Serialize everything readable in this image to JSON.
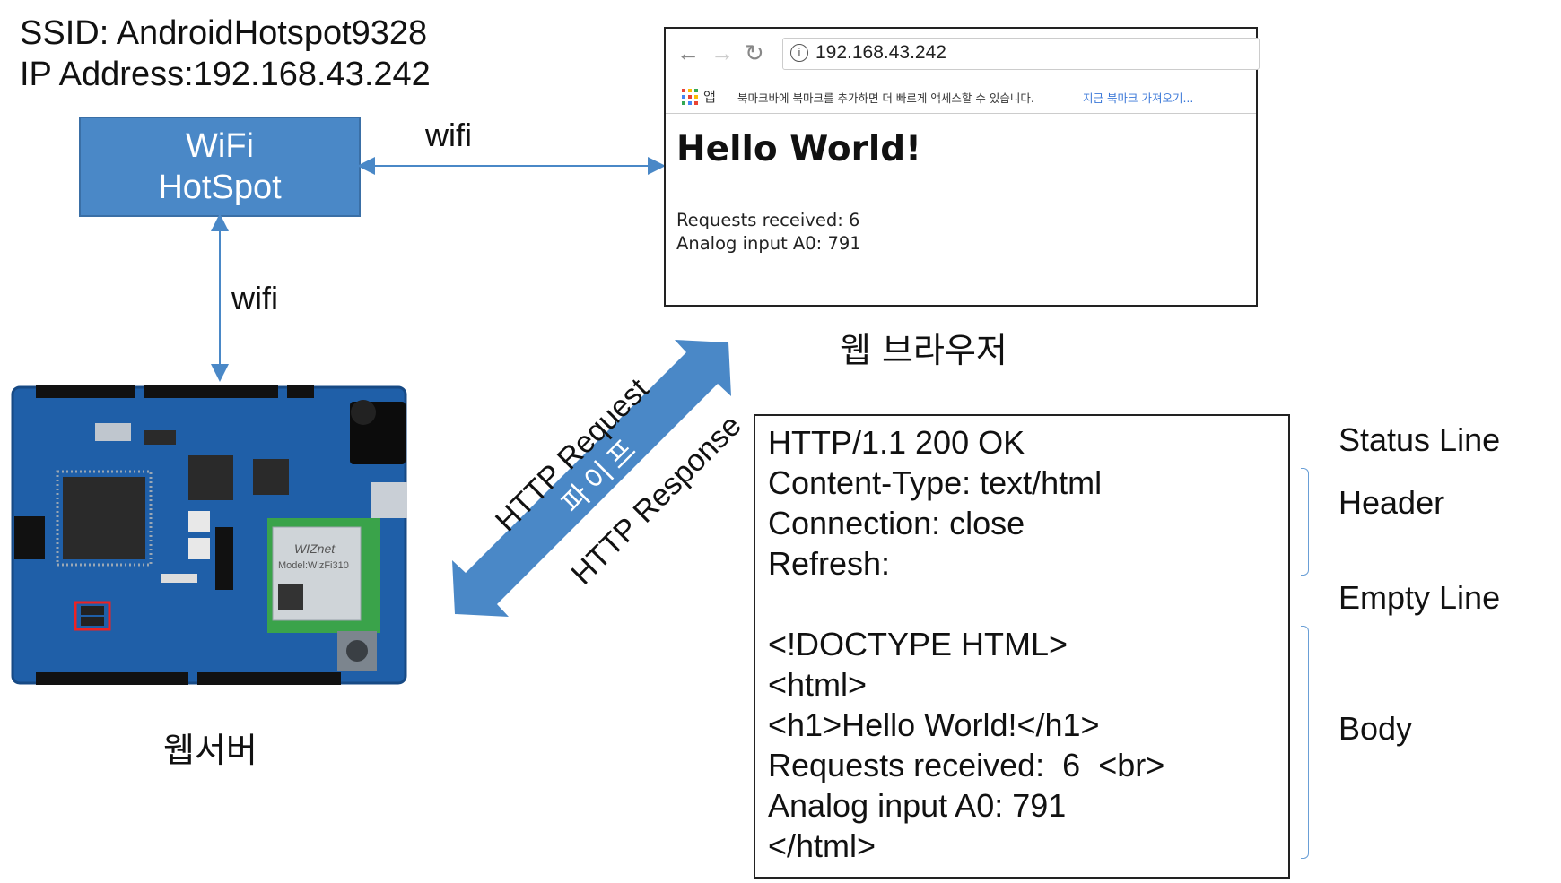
{
  "network": {
    "ssid": "SSID: AndroidHotspot9328",
    "ip": "IP Address:192.168.43.242"
  },
  "hotspot": {
    "line1": "WiFi",
    "line2": "HotSpot"
  },
  "links": {
    "wifi_horizontal": "wifi",
    "wifi_vertical": "wifi"
  },
  "browser": {
    "url": "192.168.43.242",
    "apps_label": "앱",
    "bookmark_message": "북마크바에 북마크를 추가하면 더 빠르게 액세스할 수 있습니다.",
    "bookmark_import": "지금 북마크 가져오기...",
    "heading": "Hello World!",
    "line1": "Requests received: 6",
    "line2": "Analog input A0: 791",
    "caption": "웹 브라우저"
  },
  "arrow": {
    "request": "HTTP Request",
    "response": "HTTP Response",
    "middle": "파이프"
  },
  "server": {
    "caption": "웹서버",
    "module_brand": "WIZnet",
    "module_model": "Model:WizFi310"
  },
  "response": {
    "lines": [
      "HTTP/1.1 200 OK",
      "Content-Type: text/html",
      "Connection: close",
      "Refresh:",
      "",
      "<!DOCTYPE HTML>",
      "<html>",
      "<h1>Hello World!</h1>",
      "Requests received:  6  <br>",
      "Analog input A0: 791",
      "</html>"
    ]
  },
  "labels": {
    "status": "Status Line",
    "header": "Header",
    "empty": "Empty Line",
    "body": "Body"
  },
  "colors": {
    "accent": "#4a88c7",
    "board": "#1f5fa8",
    "bracket": "#6a9fd6"
  }
}
